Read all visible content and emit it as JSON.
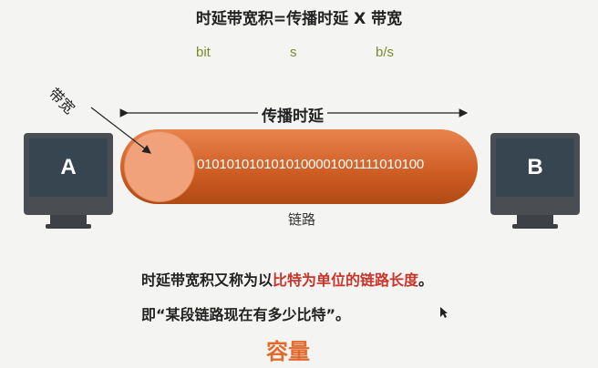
{
  "formula": "时延带宽积=传播时延 X 带宽",
  "units": {
    "product": "bit",
    "delay": "s",
    "bandwidth": "b/s"
  },
  "host_a": "A",
  "host_b": "B",
  "bandwidth_label": "带宽",
  "propagation_label": "传播时延",
  "bits": "0101010101010100001001111010100",
  "link_label": "链路",
  "note1": {
    "prefix": "时延带宽积又称为以",
    "highlight": "比特为单位的链路长度",
    "suffix": "。"
  },
  "note2": "即“某段链路现在有多少比特”。",
  "capacity": "容量",
  "colors": {
    "link": "#d5652c",
    "bandwidth_circle": "#f2a27a",
    "highlight": "#c8352a",
    "capacity": "#e26a2c"
  }
}
